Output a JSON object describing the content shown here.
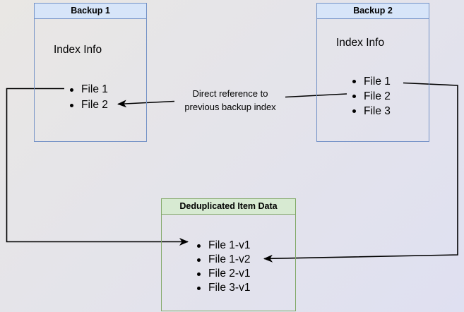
{
  "backup1": {
    "title": "Backup 1",
    "subtitle": "Index Info",
    "items": [
      "File 1",
      "File 2"
    ]
  },
  "backup2": {
    "title": "Backup 2",
    "subtitle": "Index Info",
    "items": [
      "File 1",
      "File 2",
      "File 3"
    ]
  },
  "dedup": {
    "title": "Deduplicated Item Data",
    "items": [
      "File 1-v1",
      "File 1-v2",
      "File 2-v1",
      "File 3-v1"
    ]
  },
  "annotation": {
    "line1": "Direct reference to",
    "line2": "previous backup index"
  },
  "colors": {
    "bg_start": "#e9e7e4",
    "bg_end": "#dfe0f1",
    "blue_fill": "#d7e5f9",
    "blue_border": "#7593c7",
    "green_fill": "#d7ead2",
    "green_border": "#82a968",
    "arrow": "#000000"
  }
}
